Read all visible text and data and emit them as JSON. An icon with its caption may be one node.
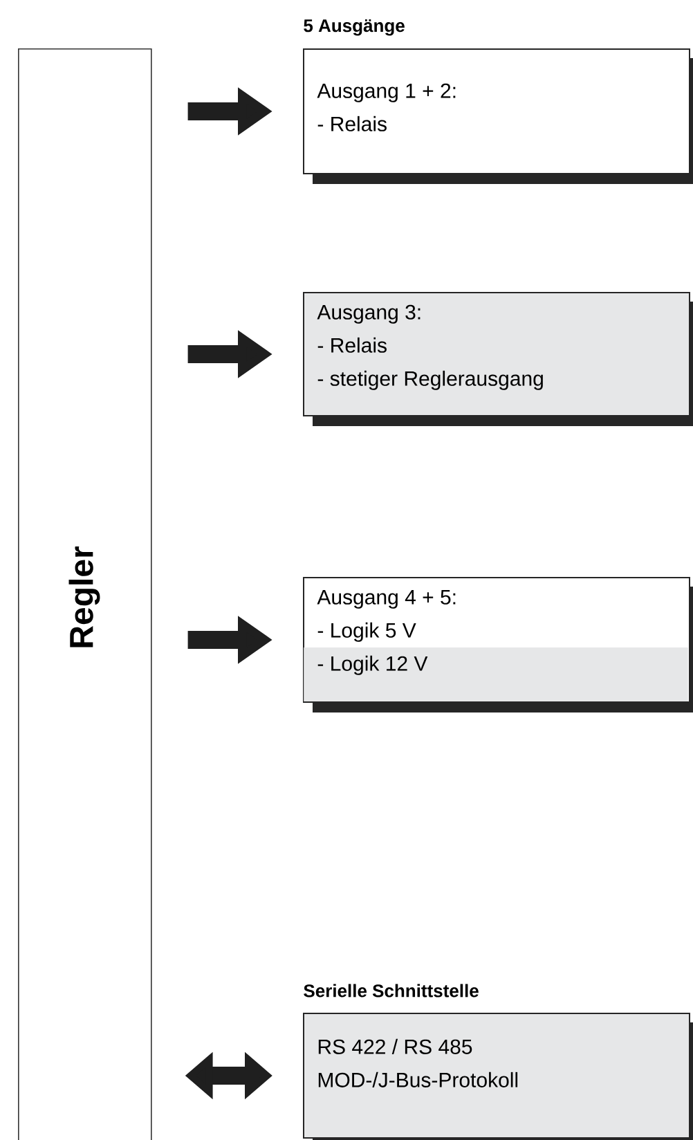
{
  "diagram": {
    "nodes": [
      {
        "text": [
          "Regler"
        ]
      },
      {
        "text": [
          "Ausgang 1 + 2:",
          "- Relais"
        ]
      },
      {
        "text": [
          "Ausgang 3:",
          "- Relais",
          "- stetiger Reglerausgang"
        ]
      },
      {
        "text": [
          "Ausgang 4 + 5:",
          "- Logik 5 V",
          "- Logik 12 V"
        ]
      },
      {
        "text": [
          "Serielle Schnittstelle",
          "RS 422 / RS 485",
          "MOD-/J-Bus-Protokoll"
        ]
      }
    ],
    "edges": [
      {
        "from": 0,
        "to": 1,
        "arrow": "to"
      },
      {
        "from": 0,
        "to": 2,
        "arrow": "to"
      },
      {
        "from": 0,
        "to": 3,
        "arrow": "to"
      },
      {
        "from": 0,
        "to": 4,
        "arrow": "both"
      }
    ],
    "labels": [
      "5 Ausgänge"
    ]
  }
}
